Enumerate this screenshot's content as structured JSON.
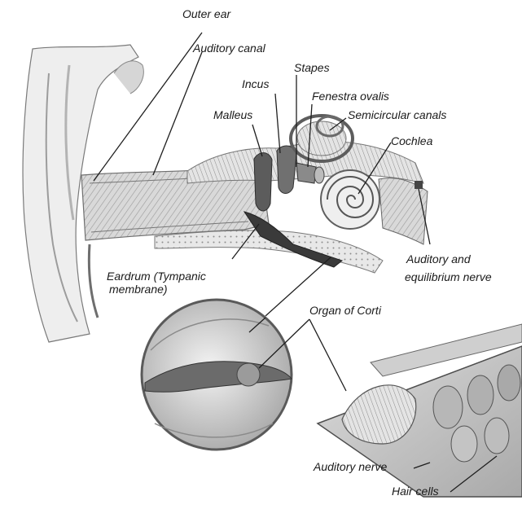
{
  "labels": {
    "outer_ear": "Outer ear",
    "auditory_canal": "Auditory canal",
    "stapes": "Stapes",
    "incus": "Incus",
    "fenestra_ovalis": "Fenestra ovalis",
    "malleus": "Malleus",
    "semicircular_canals": "Semicircular canals",
    "cochlea": "Cochlea",
    "auditory_equilibrium_line1": "Auditory and",
    "auditory_equilibrium_line2": "equilibrium nerve",
    "eardrum_line1": "Eardrum (Tympanic",
    "eardrum_line2": "membrane)",
    "organ_of_corti": "Organ of Corti",
    "auditory_nerve": "Auditory nerve",
    "hair_cells": "Hair cells"
  }
}
